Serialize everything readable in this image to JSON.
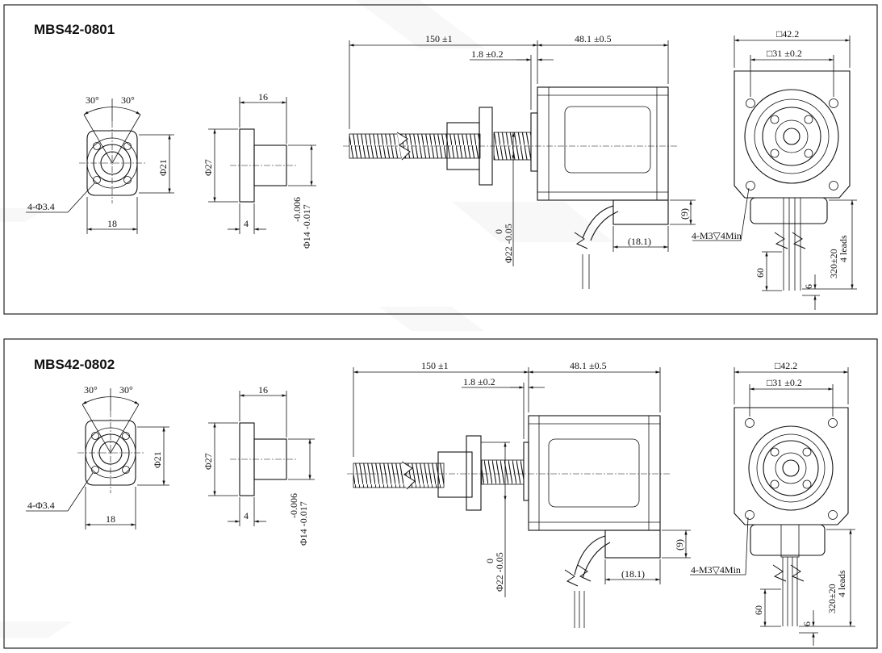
{
  "panels": [
    {
      "model": "MBS42-0801",
      "flange_front": {
        "angle_left": "30°",
        "angle_right": "30°",
        "bolt_circle": "Φ21",
        "holes": "4-Φ3.4",
        "width": "18"
      },
      "flange_side": {
        "length": "16",
        "flange_dia": "Φ27",
        "thickness": "4",
        "bore_tol": "-0.006",
        "bore_dia": "Φ14 -0.017"
      },
      "motor_side": {
        "screw_length": "150  ±1",
        "pilot_height": "1.8  ±0.2",
        "body_length": "48.1  ±0.5",
        "pilot_tol": "0",
        "pilot_dia": "Φ22 -0.05",
        "connector_height": "(9)",
        "connector_length": "(18.1)"
      },
      "motor_end": {
        "body_square": "□42.2",
        "hole_spacing": "□31  ±0.2",
        "mount_holes": "4-M3▽4Min",
        "lead_length": "320±20",
        "lead_count": "4 leads",
        "strip_length": "60",
        "tin_length": "6"
      }
    },
    {
      "model": "MBS42-0802",
      "flange_front": {
        "angle_left": "30°",
        "angle_right": "30°",
        "bolt_circle": "Φ21",
        "holes": "4-Φ3.4",
        "width": "18"
      },
      "flange_side": {
        "length": "16",
        "flange_dia": "Φ27",
        "thickness": "4",
        "bore_tol": "-0.006",
        "bore_dia": "Φ14 -0.017"
      },
      "motor_side": {
        "screw_length": "150  ±1",
        "pilot_height": "1.8  ±0.2",
        "body_length": "48.1  ±0.5",
        "pilot_tol": "0",
        "pilot_dia": "Φ22 -0.05",
        "connector_height": "(9)",
        "connector_length": "(18.1)"
      },
      "motor_end": {
        "body_square": "□42.2",
        "hole_spacing": "□31  ±0.2",
        "mount_holes": "4-M3▽4Min",
        "lead_length": "320±20",
        "lead_count": "4 leads",
        "strip_length": "60",
        "tin_length": "6"
      }
    }
  ]
}
